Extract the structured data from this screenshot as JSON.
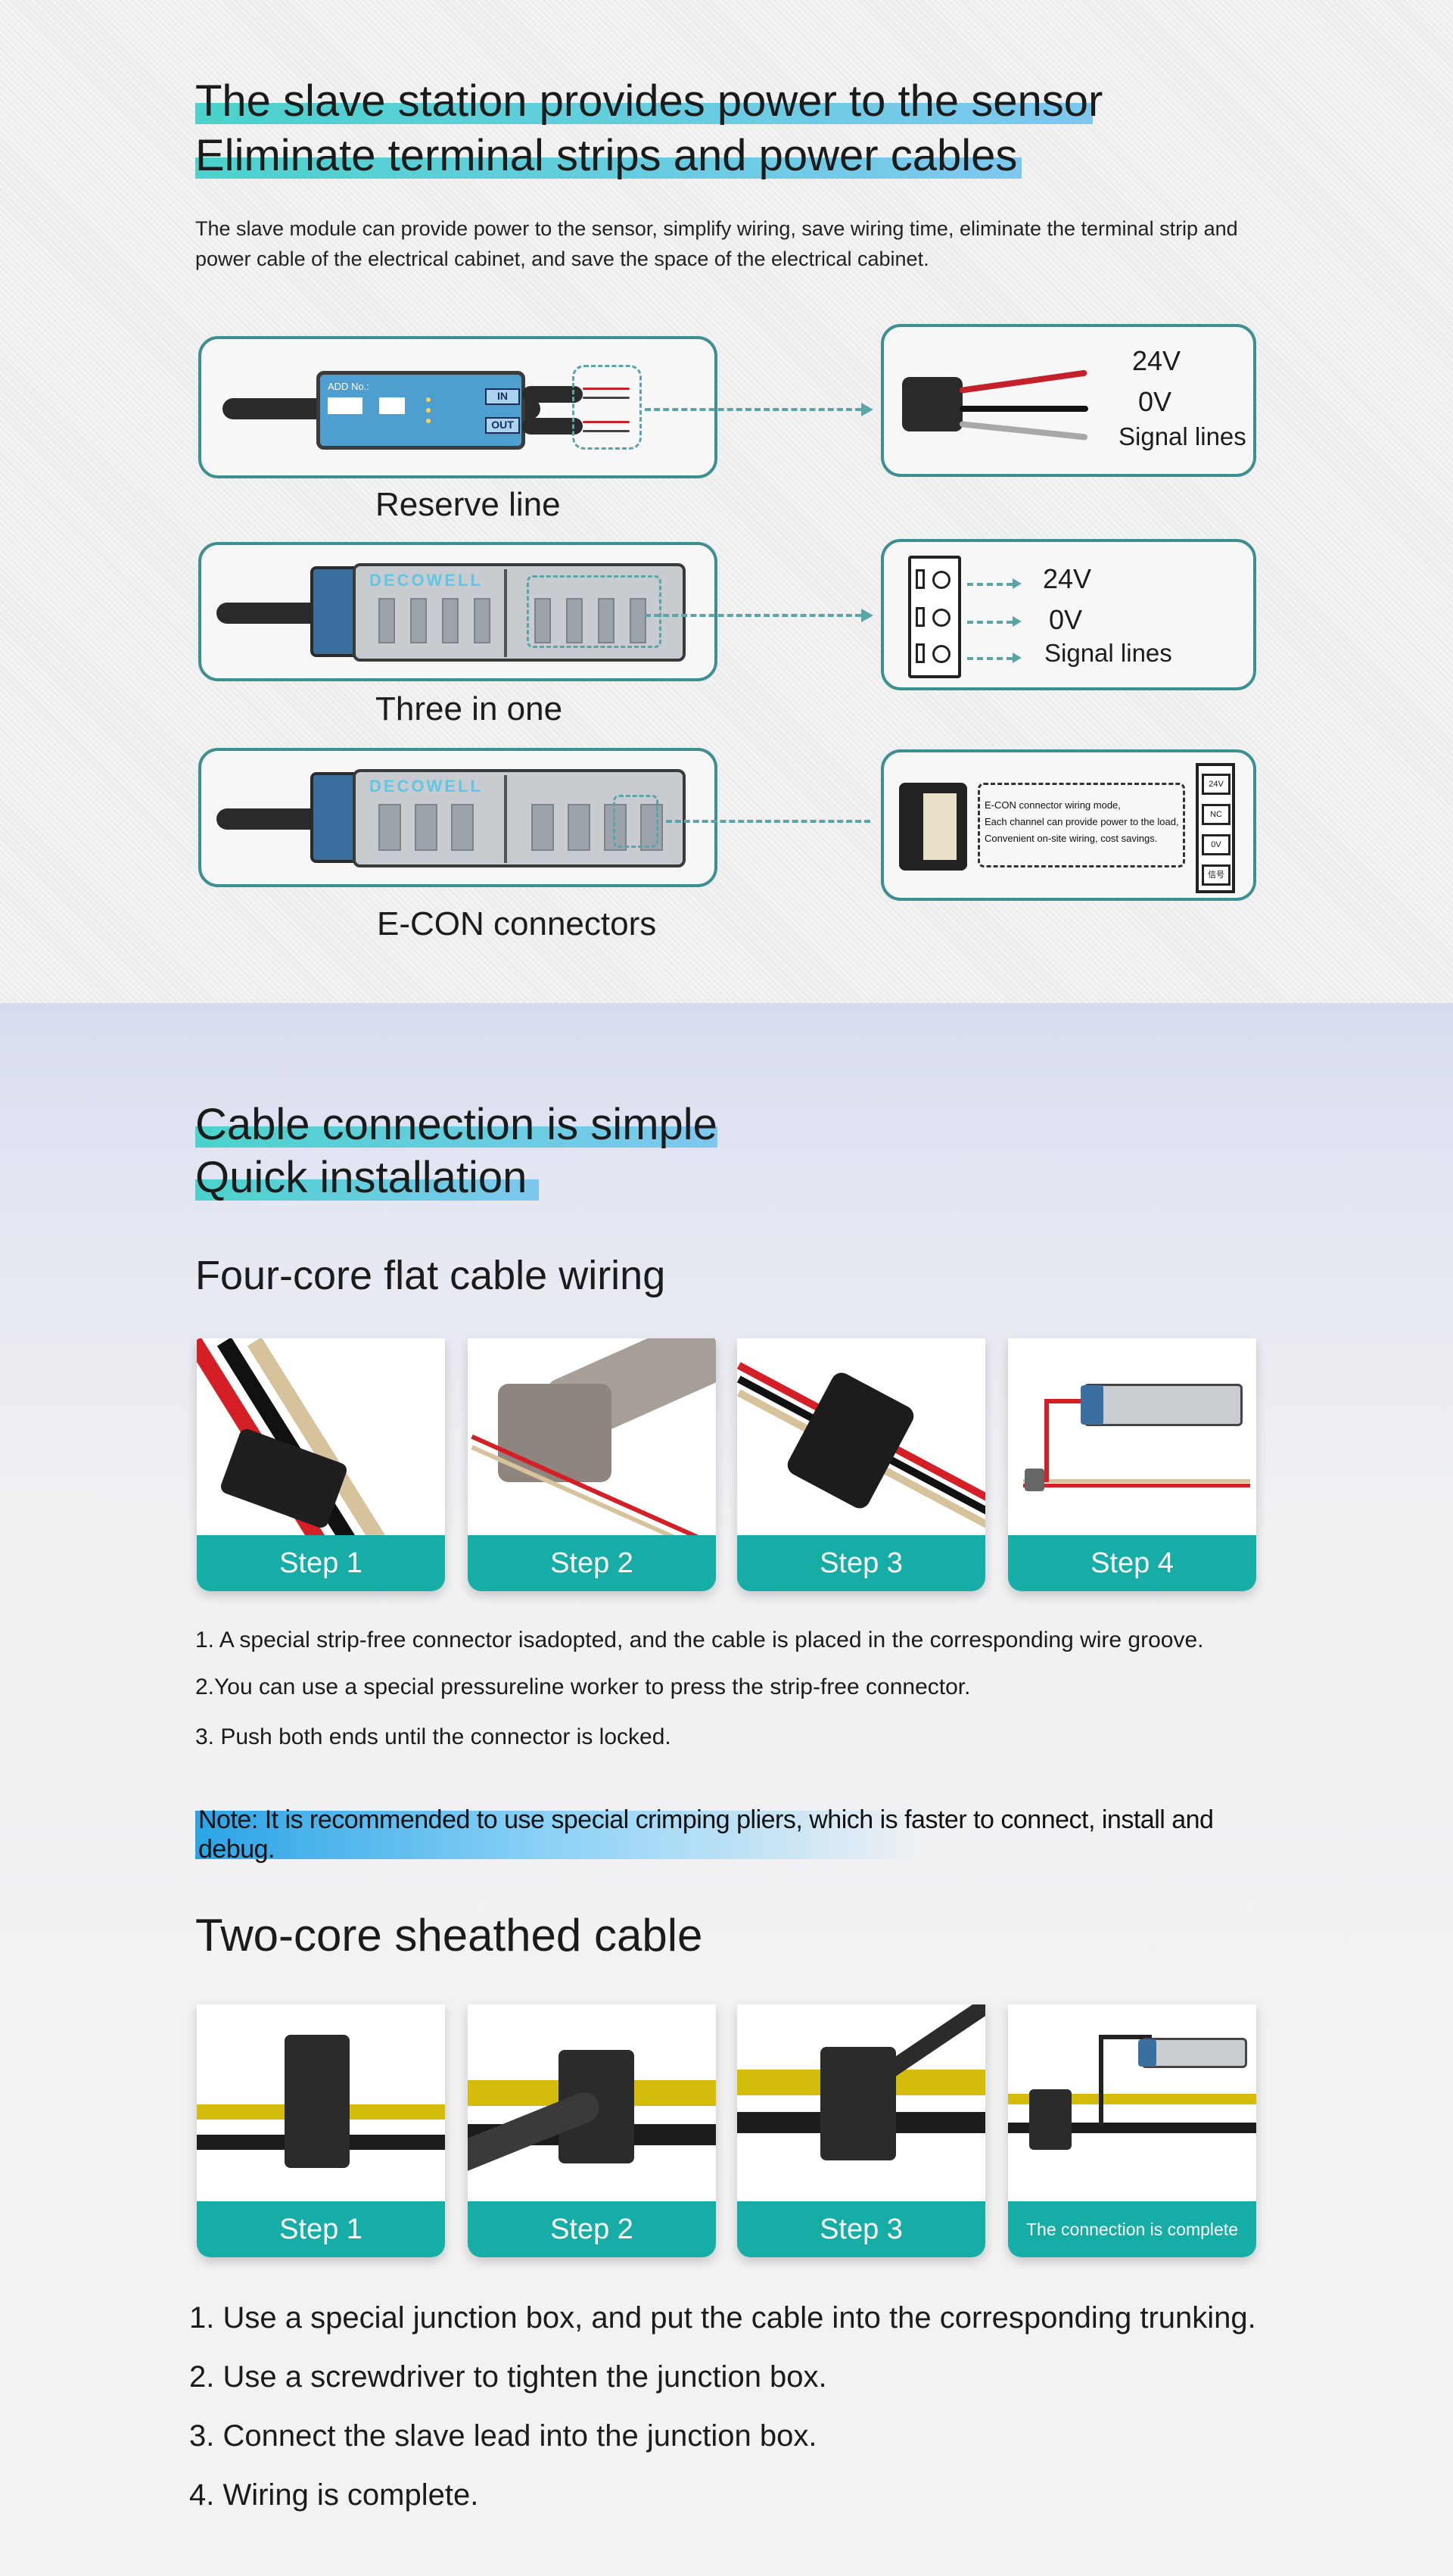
{
  "section1": {
    "title_line1": "The slave station provides power to the sensor",
    "title_line2": "Eliminate terminal strips and power cables",
    "intro": "The slave module can provide power to the sensor, simplify wiring, save wiring time, eliminate the terminal strip and power cable of the electrical cabinet, and save the space of the electrical cabinet.",
    "rows": [
      {
        "caption": "Reserve line",
        "device_add_label": "ADD No.:",
        "device_in": "IN",
        "device_out": "OUT",
        "wires": [
          "24V",
          "0V",
          "Signal lines"
        ]
      },
      {
        "caption": "Three in one",
        "brand": "DECOWELL",
        "wires": [
          "24V",
          "0V",
          "Signal lines"
        ]
      },
      {
        "caption": "E-CON connectors",
        "brand": "DECOWELL",
        "note_lines": [
          "E-CON connector wiring mode,",
          "Each channel can provide power to the load,",
          "Convenient on-site wiring, cost savings."
        ],
        "pins": [
          "24V",
          "NC",
          "0V",
          "信号"
        ]
      }
    ]
  },
  "section2": {
    "title_line1": "Cable connection is simple",
    "title_line2": "Quick installation",
    "four_core": {
      "heading": "Four-core flat cable wiring",
      "steps": [
        "Step 1",
        "Step 2",
        "Step 3",
        "Step 4"
      ],
      "instructions": [
        "1. A special strip-free connector isadopted, and the cable is placed in the corresponding wire groove.",
        "2.You can use a special pressureline worker to press the strip-free connector.",
        "3. Push both ends until the connector is locked."
      ],
      "note": "Note: It is recommended to use special crimping pliers, which is faster to connect, install and debug."
    },
    "two_core": {
      "heading": "Two-core sheathed cable",
      "steps": [
        "Step 1",
        "Step 2",
        "Step 3",
        "The connection is complete"
      ],
      "instructions": [
        "1. Use a special junction box, and put the cable into the corresponding trunking.",
        "2. Use a screwdriver to tighten the junction box.",
        "3. Connect the slave lead into the junction box.",
        "4. Wiring is complete."
      ]
    }
  },
  "colors": {
    "accent_teal": "#15ada6",
    "frame_teal": "#3d8f91",
    "highlight_gradient_start": "#4bd2cc",
    "highlight_gradient_end": "#7ec8f0",
    "note_blue": "#2aa4e6"
  }
}
